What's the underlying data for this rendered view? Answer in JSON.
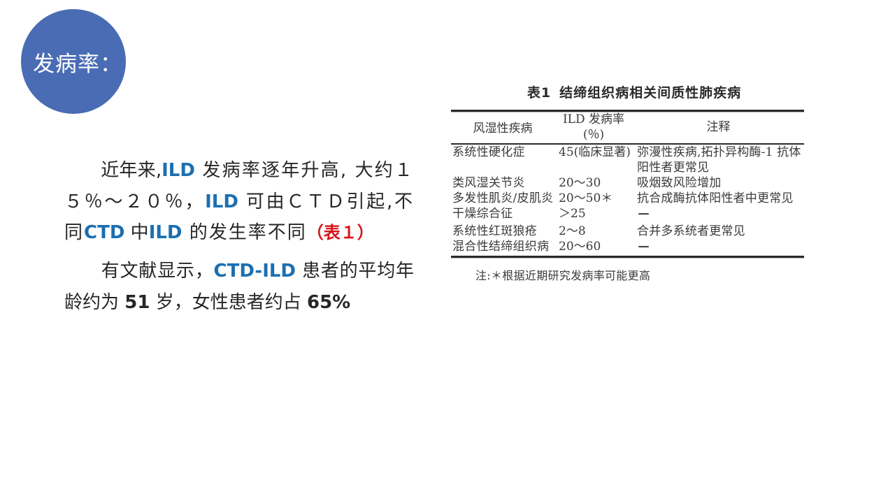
{
  "slide": {
    "badge_title": "发病率："
  },
  "body": {
    "paragraph1": {
      "segments": [
        {
          "text": "近年来,",
          "style": "plain"
        },
        {
          "text": "ILD",
          "style": "blue"
        },
        {
          "text": " 发病率逐年升高, 大约１５％～２０％，",
          "style": "plain"
        },
        {
          "text": "ILD",
          "style": "blue"
        },
        {
          "text": " 可由ＣＴＤ引起,不同",
          "style": "plain"
        },
        {
          "text": "CTD",
          "style": "blue"
        },
        {
          "text": " 中",
          "style": "plain"
        },
        {
          "text": "ILD",
          "style": "blue"
        },
        {
          "text": " 的发生率不同",
          "style": "plain"
        },
        {
          "text": "（表１）",
          "style": "red"
        }
      ],
      "plain_text": "近年来, ILD 发病率逐年升高, 大约１５％～２０％，ILD 可由ＣＴＤ引起,不同CTD 中ILD 的发生率不同（表１）"
    },
    "paragraph2": {
      "segments": [
        {
          "text": "有文献显示，",
          "style": "plain"
        },
        {
          "text": "CTD-ILD",
          "style": "blue"
        },
        {
          "text": " 患者的平均年龄约为 ",
          "style": "plain"
        },
        {
          "text": "51",
          "style": "bold"
        },
        {
          "text": " 岁，女性患者约占 ",
          "style": "plain"
        },
        {
          "text": "65%",
          "style": "bold"
        }
      ],
      "plain_text": "有文献显示，CTD-ILD 患者的平均年龄约为 51 岁，女性患者约占 65%"
    }
  },
  "table_figure": {
    "caption_number": "表1",
    "caption_text": "结缔组织病相关间质性肺疾病",
    "headers": {
      "disease": "风湿性疾病",
      "rate_line1": "ILD 发病率",
      "rate_line2": "(％)",
      "note": "注释"
    },
    "rows": [
      {
        "disease": "系统性硬化症",
        "rate": "45(临床显著)",
        "note": "弥漫性疾病,拓扑异构酶-1 抗体阳性者更常见",
        "note_is_dash": false
      },
      {
        "disease": "类风湿关节炎",
        "rate": "20～30",
        "note": "吸烟致风险增加",
        "note_is_dash": false
      },
      {
        "disease": "多发性肌炎/皮肌炎",
        "rate": "20～50＊",
        "note": "抗合成酶抗体阳性者中更常见",
        "note_is_dash": false
      },
      {
        "disease": "干燥综合征",
        "rate": "＞25",
        "note": "－",
        "note_is_dash": true
      },
      {
        "disease": "系统性红斑狼疮",
        "rate": "2～8",
        "note": "合并多系统者更常见",
        "note_is_dash": false
      },
      {
        "disease": "混合性结缔组织病",
        "rate": "20～60",
        "note": "－",
        "note_is_dash": true
      }
    ],
    "footnote": "注:＊根据近期研究发病率可能更高"
  },
  "colors": {
    "badge_fill": "#4a6cb5",
    "accent_blue": "#1c6fb0",
    "accent_red": "#d9131a",
    "body_text": "#262626",
    "table_text": "#3a3a3a",
    "rule": "#2b2b2b",
    "background": "#ffffff"
  }
}
